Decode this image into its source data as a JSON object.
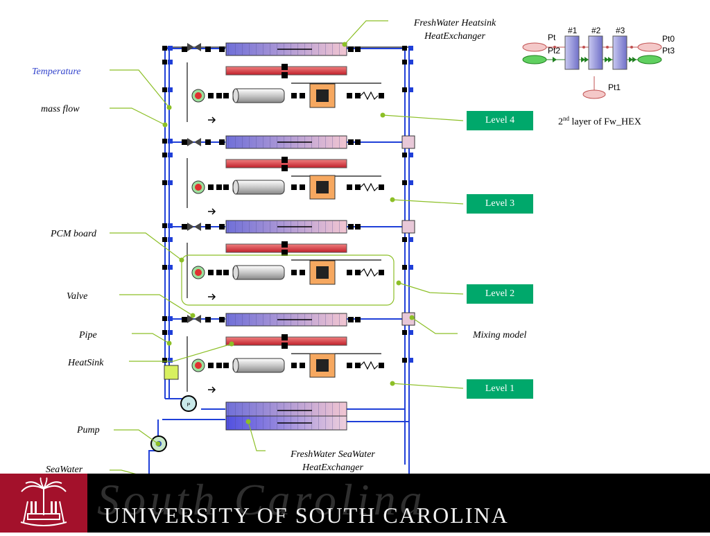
{
  "labels": {
    "temperature": "Temperature",
    "mass_flow": "mass flow",
    "pcm_board": "PCM board",
    "valve": "Valve",
    "pipe": "Pipe",
    "heatsink": "HeatSink",
    "pump": "Pump",
    "seawater": "SeaWater",
    "mixing_model": "Mixing model",
    "fw_hs_hex_line1": "FreshWater Heatsink",
    "fw_hs_hex_line2": "HeatExchanger",
    "fw_sw_hex_line1": "FreshWater SeaWater",
    "fw_sw_hex_line2": "HeatExchanger"
  },
  "levels": [
    "Level 4",
    "Level 3",
    "Level 2",
    "Level 1"
  ],
  "layer2": {
    "ord": "2",
    "sup": "nd",
    "rest": " layer of Fw_HEX"
  },
  "inset": {
    "units": [
      "#1",
      "#2",
      "#3"
    ],
    "ports": [
      "Pt",
      "Pt2",
      "Pt0",
      "Pt3",
      "Pt1"
    ]
  },
  "banner": {
    "name": "UNIVERSITY OF SOUTH CAROLINA",
    "script": "South Carolina"
  },
  "colors": {
    "level_box": "#00a86b",
    "leader": "#8cbf26",
    "banner": "#000000",
    "seal": "#a3112b",
    "water_pipe": "#1f3fd8"
  }
}
